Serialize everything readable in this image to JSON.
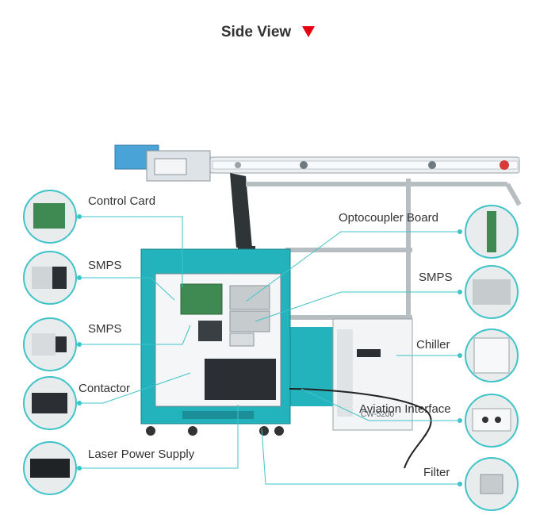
{
  "title": "Side View",
  "accent_color": "#e60012",
  "line_color": "#3fc3c9",
  "machine_color": "#22b3bd",
  "labels": {
    "control_card": "Control Card",
    "smps_left_1": "SMPS",
    "smps_left_2": "SMPS",
    "contactor": "Contactor",
    "laser_power_supply": "Laser Power Supply",
    "optocoupler_board": "Optocoupler Board",
    "smps_right": "SMPS",
    "chiller": "Chiller",
    "aviation_interface": "Aviation Interface",
    "filter": "Filter"
  },
  "chiller_model": "CW-5200"
}
